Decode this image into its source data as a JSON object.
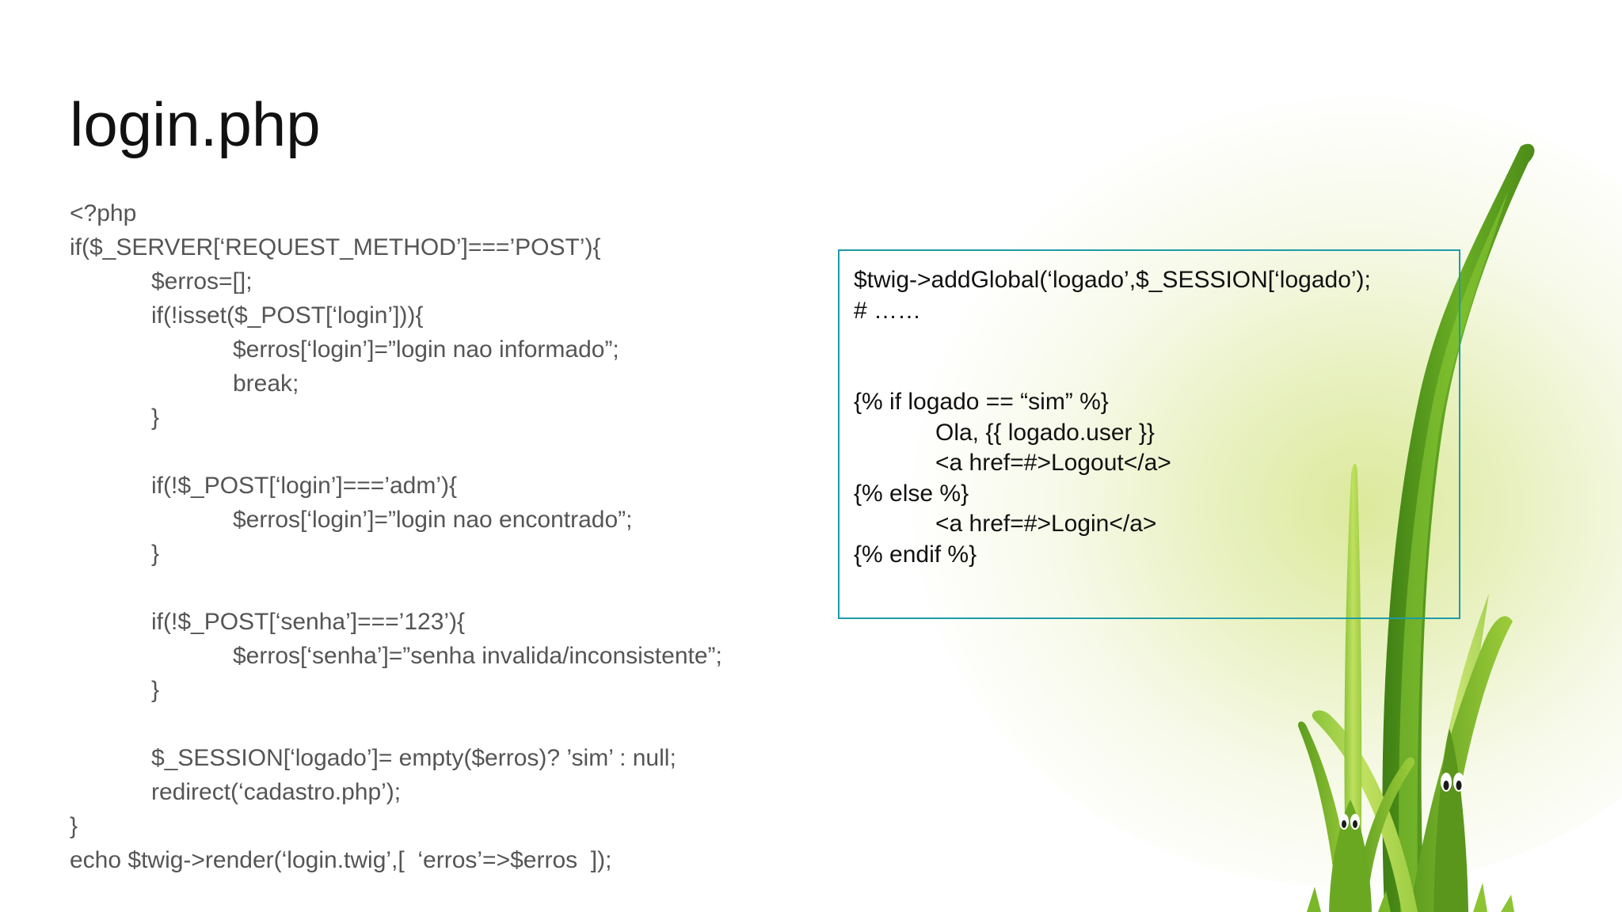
{
  "slide": {
    "title": "login.php",
    "php_code": [
      {
        "indent": 0,
        "text": "<?php"
      },
      {
        "indent": 0,
        "text": "if($_SERVER[‘REQUEST_METHOD’]===’POST’){"
      },
      {
        "indent": 1,
        "text": "$erros=[];"
      },
      {
        "indent": 1,
        "text": "if(!isset($_POST[‘login’])){"
      },
      {
        "indent": 2,
        "text": "$erros[‘login’]=”login nao informado”;"
      },
      {
        "indent": 2,
        "text": "break;"
      },
      {
        "indent": 1,
        "text": "}"
      },
      {
        "indent": 1,
        "text": ""
      },
      {
        "indent": 1,
        "text": "if(!$_POST[‘login’]===’adm’){"
      },
      {
        "indent": 2,
        "text": "$erros[‘login’]=”login nao encontrado”;"
      },
      {
        "indent": 1,
        "text": "}"
      },
      {
        "indent": 1,
        "text": ""
      },
      {
        "indent": 1,
        "text": "if(!$_POST[‘senha’]===’123’){"
      },
      {
        "indent": 2,
        "text": "$erros[‘senha’]=”senha invalida/inconsistente”;"
      },
      {
        "indent": 1,
        "text": "}"
      },
      {
        "indent": 1,
        "text": ""
      },
      {
        "indent": 1,
        "text": "$_SESSION[‘logado’]= empty($erros)? ’sim’ : null;"
      },
      {
        "indent": 1,
        "text": "redirect(‘cadastro.php’);"
      },
      {
        "indent": 0,
        "text": "}"
      },
      {
        "indent": 0,
        "text": "echo $twig->render(‘login.twig’,[  ‘erros’=>$erros  ]);"
      }
    ],
    "twig_code": [
      {
        "indent": 0,
        "text": "$twig->addGlobal(‘logado’,$_SESSION[‘logado’);"
      },
      {
        "indent": 0,
        "text": "# ……"
      },
      {
        "indent": 0,
        "text": ""
      },
      {
        "indent": 0,
        "text": ""
      },
      {
        "indent": 0,
        "text": "{% if logado == “sim” %}"
      },
      {
        "indent": 1,
        "text": "Ola, {{ logado.user }}"
      },
      {
        "indent": 1,
        "text": "<a href=#>Logout</a>"
      },
      {
        "indent": 0,
        "text": "{% else %}"
      },
      {
        "indent": 1,
        "text": "<a href=#>Login</a>"
      },
      {
        "indent": 0,
        "text": "{% endif %}"
      }
    ],
    "colors": {
      "title": "#111111",
      "php_text": "#555555",
      "twig_text": "#111111",
      "box_border": "#1e9ca6",
      "grass_dark": "#5a9a1e",
      "grass_light": "#a8d040"
    }
  }
}
